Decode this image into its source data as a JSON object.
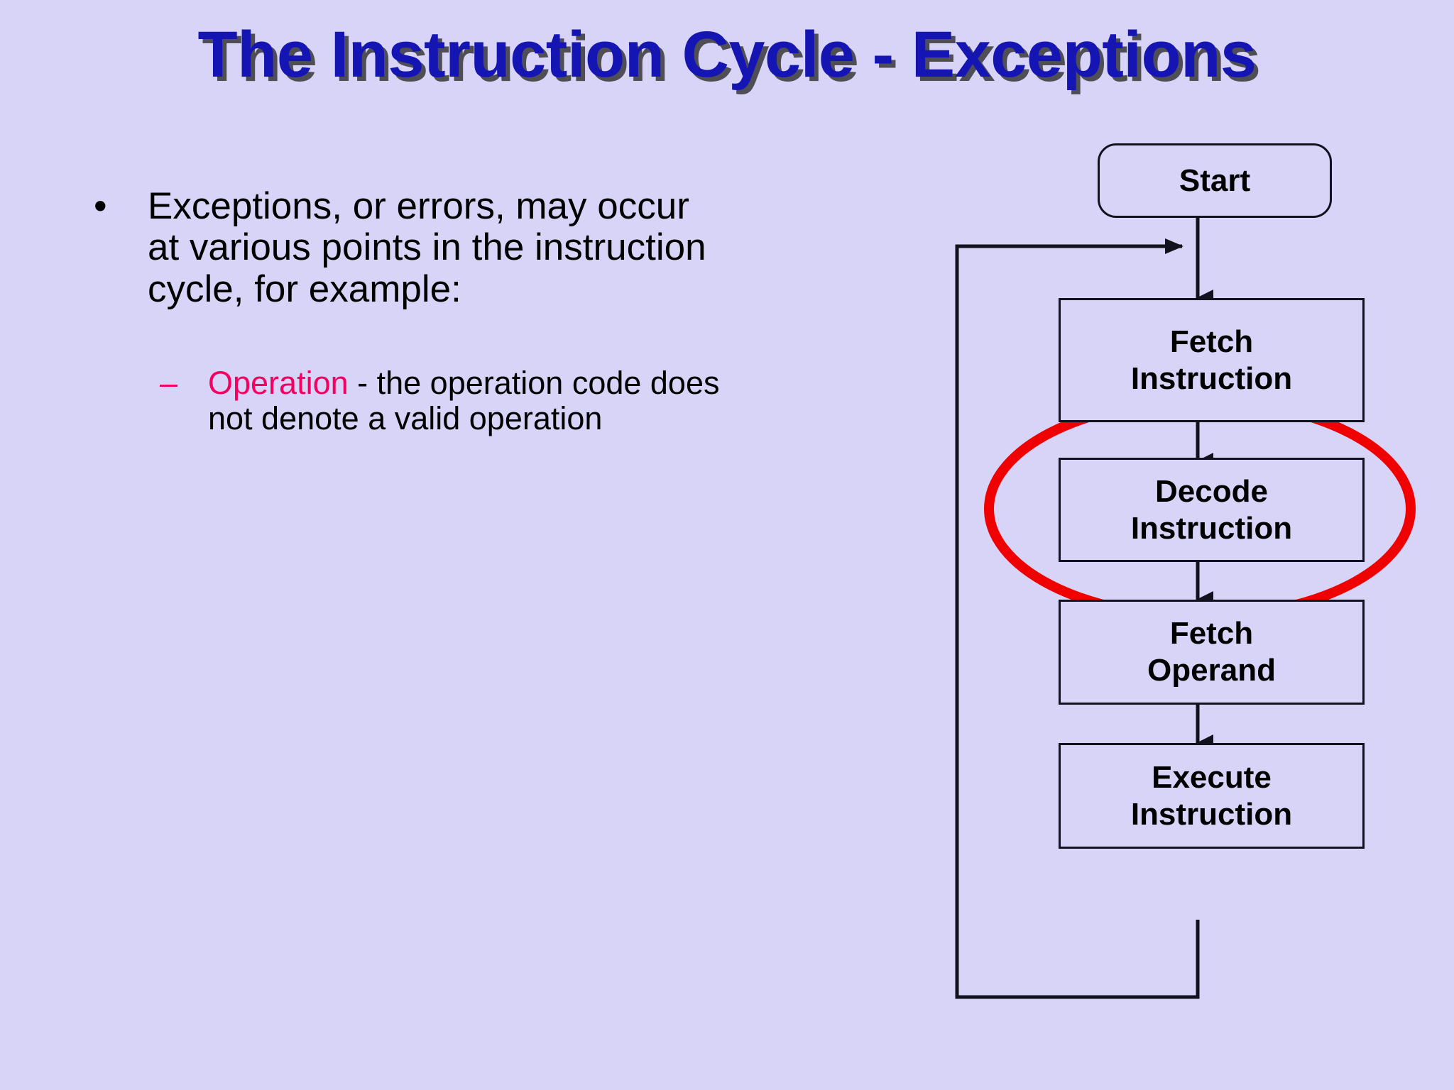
{
  "slide": {
    "title": "The Instruction Cycle - Exceptions",
    "background_color": "#d8d4f7",
    "title_color": "#1515b4",
    "accent_pink": "#f5005f",
    "highlight_color": "#ff0000"
  },
  "content": {
    "bullets": [
      {
        "level": 1,
        "marker": "•",
        "text": "Exceptions, or errors, may occur at various points in the instruction cycle, for example:"
      },
      {
        "level": 2,
        "marker": "–",
        "keyword": "Operation",
        "text": " - the operation code does not denote a valid operation"
      }
    ]
  },
  "flowchart": {
    "type": "flowchart",
    "highlighted_node": "Decode Instruction",
    "highlight_shape": "ellipse",
    "highlight_color": "#ff0000",
    "nodes": [
      {
        "id": "start",
        "label": "Start",
        "shape": "rounded-rect"
      },
      {
        "id": "fetch-i",
        "label": "Fetch\nInstruction",
        "shape": "rect",
        "line1": "Fetch",
        "line2": "Instruction"
      },
      {
        "id": "decode",
        "label": "Decode\nInstruction",
        "shape": "rect",
        "line1": "Decode",
        "line2": "Instruction"
      },
      {
        "id": "fetch-o",
        "label": "Fetch\nOperand",
        "shape": "rect",
        "line1": "Fetch",
        "line2": "Operand"
      },
      {
        "id": "exec",
        "label": "Execute\nInstruction",
        "shape": "rect",
        "line1": "Execute",
        "line2": "Instruction"
      }
    ],
    "edges": [
      {
        "from": "start",
        "to": "fetch-i",
        "style": "arrow"
      },
      {
        "from": "fetch-i",
        "to": "decode",
        "style": "arrow"
      },
      {
        "from": "decode",
        "to": "fetch-o",
        "style": "arrow"
      },
      {
        "from": "fetch-o",
        "to": "exec",
        "style": "arrow"
      },
      {
        "from": "exec",
        "to": "fetch-i",
        "style": "loop-back-arrow"
      }
    ]
  }
}
